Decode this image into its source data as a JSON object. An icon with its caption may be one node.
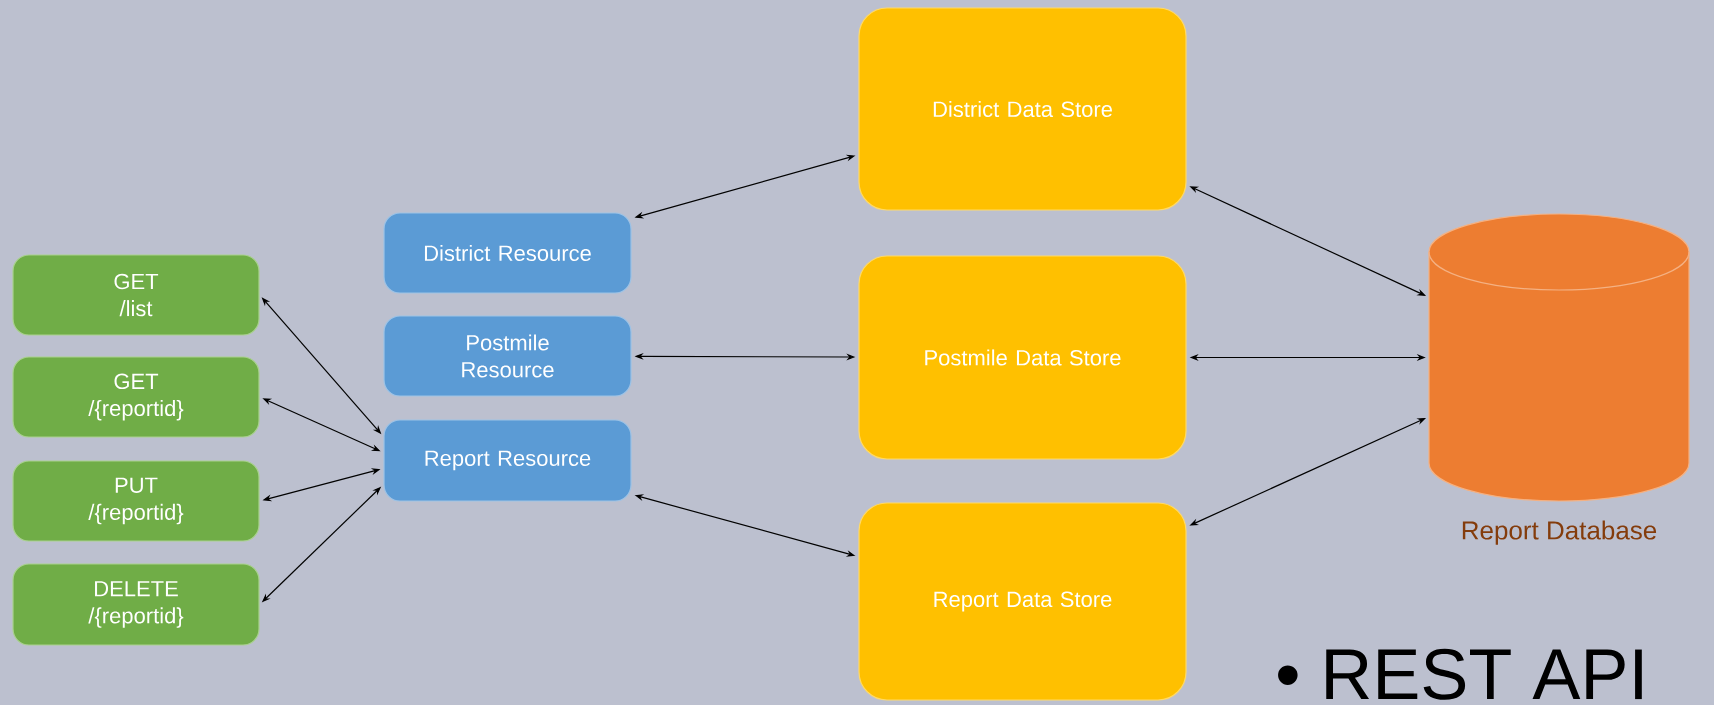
{
  "diagram": {
    "nodes": [
      {
        "text": [
          "GET /list"
        ]
      },
      {
        "text": [
          "GET /{reportid}"
        ]
      },
      {
        "text": [
          "PUT /{reportid}"
        ]
      },
      {
        "text": [
          "DELETE /{reportid}"
        ]
      },
      {
        "text": [
          "District Resource"
        ]
      },
      {
        "text": [
          "Postmile Resource"
        ]
      },
      {
        "text": [
          "Report Resource"
        ]
      },
      {
        "text": [
          "District Data Store"
        ]
      },
      {
        "text": [
          "Postmile Data Store"
        ]
      },
      {
        "text": [
          "Report Data Store"
        ]
      },
      {
        "text": [],
        "shape": "cylinder",
        "beside": [
          "Report Database"
        ]
      }
    ],
    "edges": [
      {
        "from": 0,
        "to": 6,
        "arrow": "both"
      },
      {
        "from": 1,
        "to": 6,
        "arrow": "both"
      },
      {
        "from": 2,
        "to": 6,
        "arrow": "both"
      },
      {
        "from": 3,
        "to": 6,
        "arrow": "both"
      },
      {
        "from": 4,
        "to": 7,
        "arrow": "both"
      },
      {
        "from": 5,
        "to": 8,
        "arrow": "both"
      },
      {
        "from": 6,
        "to": 9,
        "arrow": "both"
      },
      {
        "from": 7,
        "to": 10,
        "arrow": "both"
      },
      {
        "from": 8,
        "to": 10,
        "arrow": "both"
      },
      {
        "from": 9,
        "to": 10,
        "arrow": "both"
      }
    ],
    "labels": [
      "• REST API"
    ]
  }
}
